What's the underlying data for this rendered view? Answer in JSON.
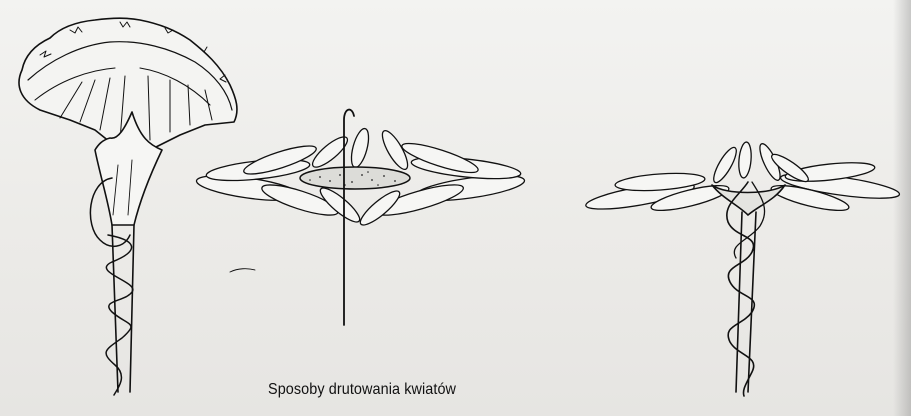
{
  "caption": "Sposoby drutowania kwiatów",
  "figures": [
    {
      "name": "carnation-wired-figure"
    },
    {
      "name": "daisy-hook-wired-figure"
    },
    {
      "name": "aster-spiral-wired-figure"
    }
  ]
}
